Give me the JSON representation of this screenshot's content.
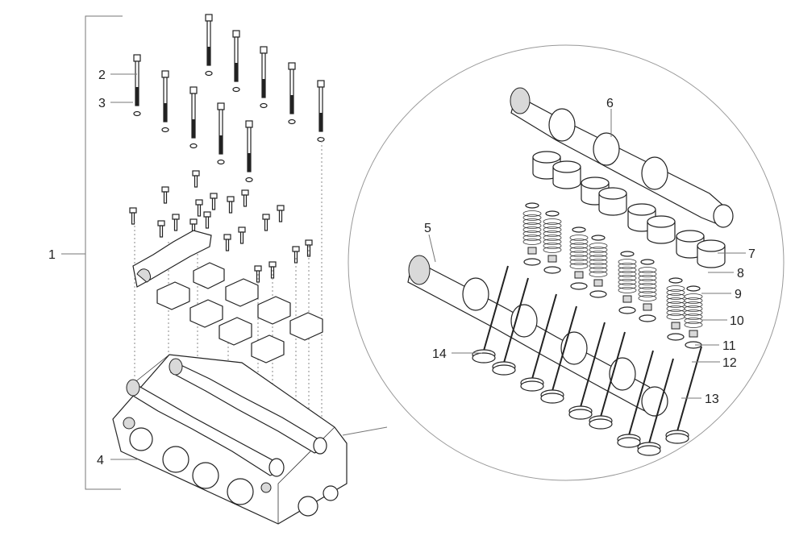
{
  "callouts": [
    {
      "id": "1",
      "text": "1"
    },
    {
      "id": "2",
      "text": "2"
    },
    {
      "id": "3",
      "text": "3"
    },
    {
      "id": "4",
      "text": "4"
    },
    {
      "id": "5",
      "text": "5"
    },
    {
      "id": "6",
      "text": "6"
    },
    {
      "id": "7",
      "text": "7"
    },
    {
      "id": "8",
      "text": "8"
    },
    {
      "id": "9",
      "text": "9"
    },
    {
      "id": "10",
      "text": "10"
    },
    {
      "id": "11",
      "text": "11"
    },
    {
      "id": "12",
      "text": "12"
    },
    {
      "id": "13",
      "text": "13"
    },
    {
      "id": "14",
      "text": "14"
    }
  ],
  "colors": {
    "line": "#777777",
    "ink": "#222222",
    "shade": "#d9d9d9"
  }
}
